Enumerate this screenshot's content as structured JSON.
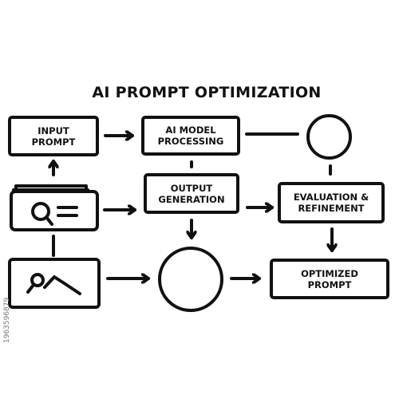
{
  "title": "AI PROMPT OPTIMIZATION",
  "nodes": {
    "input_prompt": "INPUT\nPROMPT",
    "ai_model_processing": "AI MODEL\nPROCESSING",
    "output_generation": "OUTPUT\nGENERATION",
    "evaluation_refinement": "EVALUATION &\nREFINEMENT",
    "optimized_prompt": "OPTIMIZED\nPROMPT"
  },
  "icons": {
    "document": "document-search-icon",
    "search": "search-graph-icon"
  },
  "watermark_id": "1963596879",
  "colors": {
    "line": "#111111",
    "background": "#ffffff"
  }
}
